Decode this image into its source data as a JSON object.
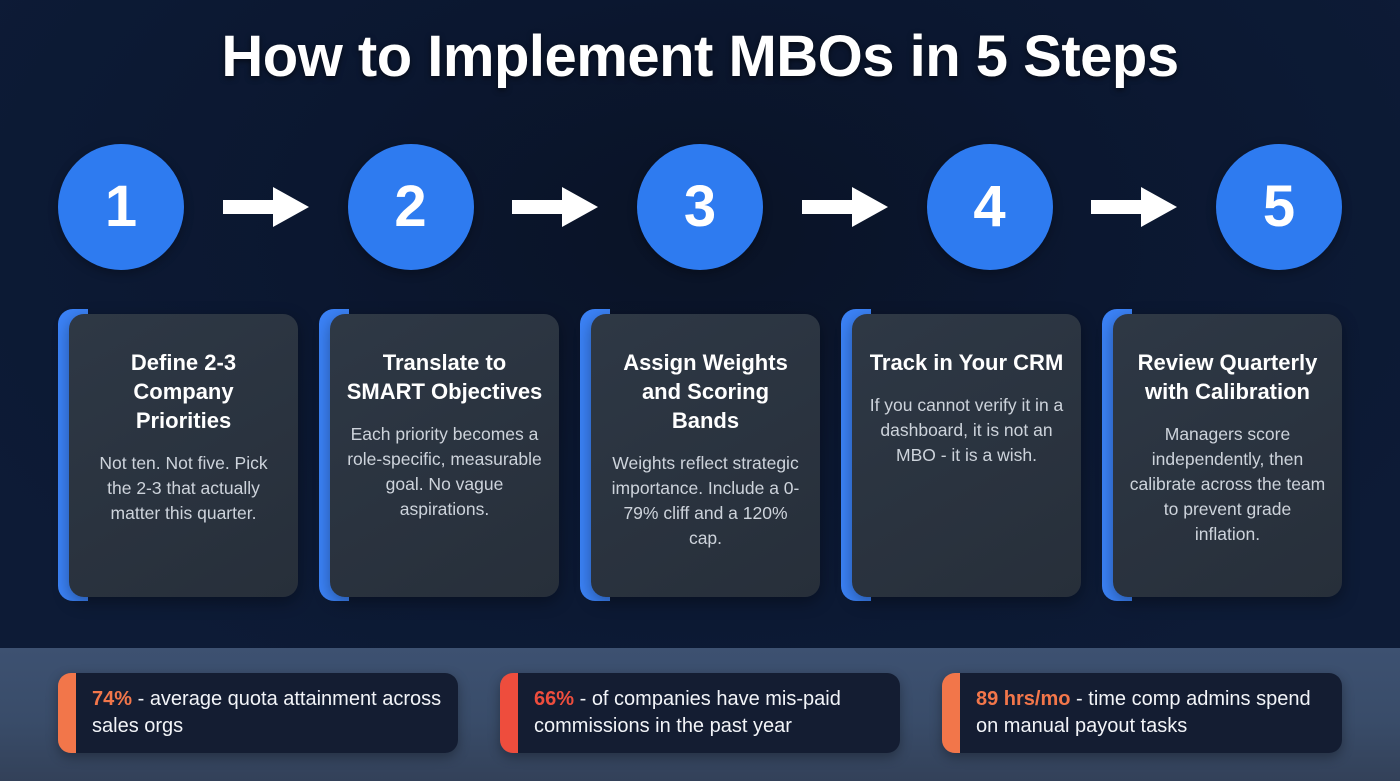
{
  "title": "How to Implement MBOs in 5 Steps",
  "colors": {
    "background_deep": "#0a1326",
    "background_edge": "#0d1b36",
    "step_circle": "#2e7bf0",
    "card_accent": "#3b82f6",
    "card_surface": "#2e3845",
    "arrow": "#ffffff",
    "stats_band": "#3d5171",
    "stat_pill": "#141d32",
    "stat_orange": "#f2764a",
    "stat_red": "#ee4d3d",
    "heading_text": "#ffffff",
    "body_text": "#cdd3db"
  },
  "steps": [
    {
      "number": "1",
      "title": "Define 2-3 Company Priorities",
      "description": "Not ten. Not five. Pick the 2-3 that actually matter this quarter."
    },
    {
      "number": "2",
      "title": "Translate to SMART Objectives",
      "description": "Each priority becomes a role-specific, measurable goal. No vague aspirations."
    },
    {
      "number": "3",
      "title": "Assign Weights and Scoring Bands",
      "description": "Weights reflect strategic importance. Include a 0-79% cliff and a 120% cap."
    },
    {
      "number": "4",
      "title": "Track in Your CRM",
      "description": "If you cannot verify it in a dashboard, it is not an MBO - it is a wish."
    },
    {
      "number": "5",
      "title": "Review Quarterly with Calibration",
      "description": "Managers score independently, then calibrate across the team to prevent grade inflation."
    }
  ],
  "arrows": [
    {
      "name": "arrow-1-to-2"
    },
    {
      "name": "arrow-2-to-3"
    },
    {
      "name": "arrow-3-to-4"
    },
    {
      "name": "arrow-4-to-5"
    }
  ],
  "stats": [
    {
      "value": "74%",
      "separator": " - ",
      "text": "average quota attainment across sales orgs",
      "accent": "#f2764a"
    },
    {
      "value": "66%",
      "separator": " - ",
      "text": "of companies have mis-paid commissions in the past year",
      "accent": "#ee4d3d"
    },
    {
      "value": "89 hrs/mo",
      "separator": " - ",
      "text": "time comp admins spend on manual payout tasks",
      "accent": "#f2764a"
    }
  ]
}
